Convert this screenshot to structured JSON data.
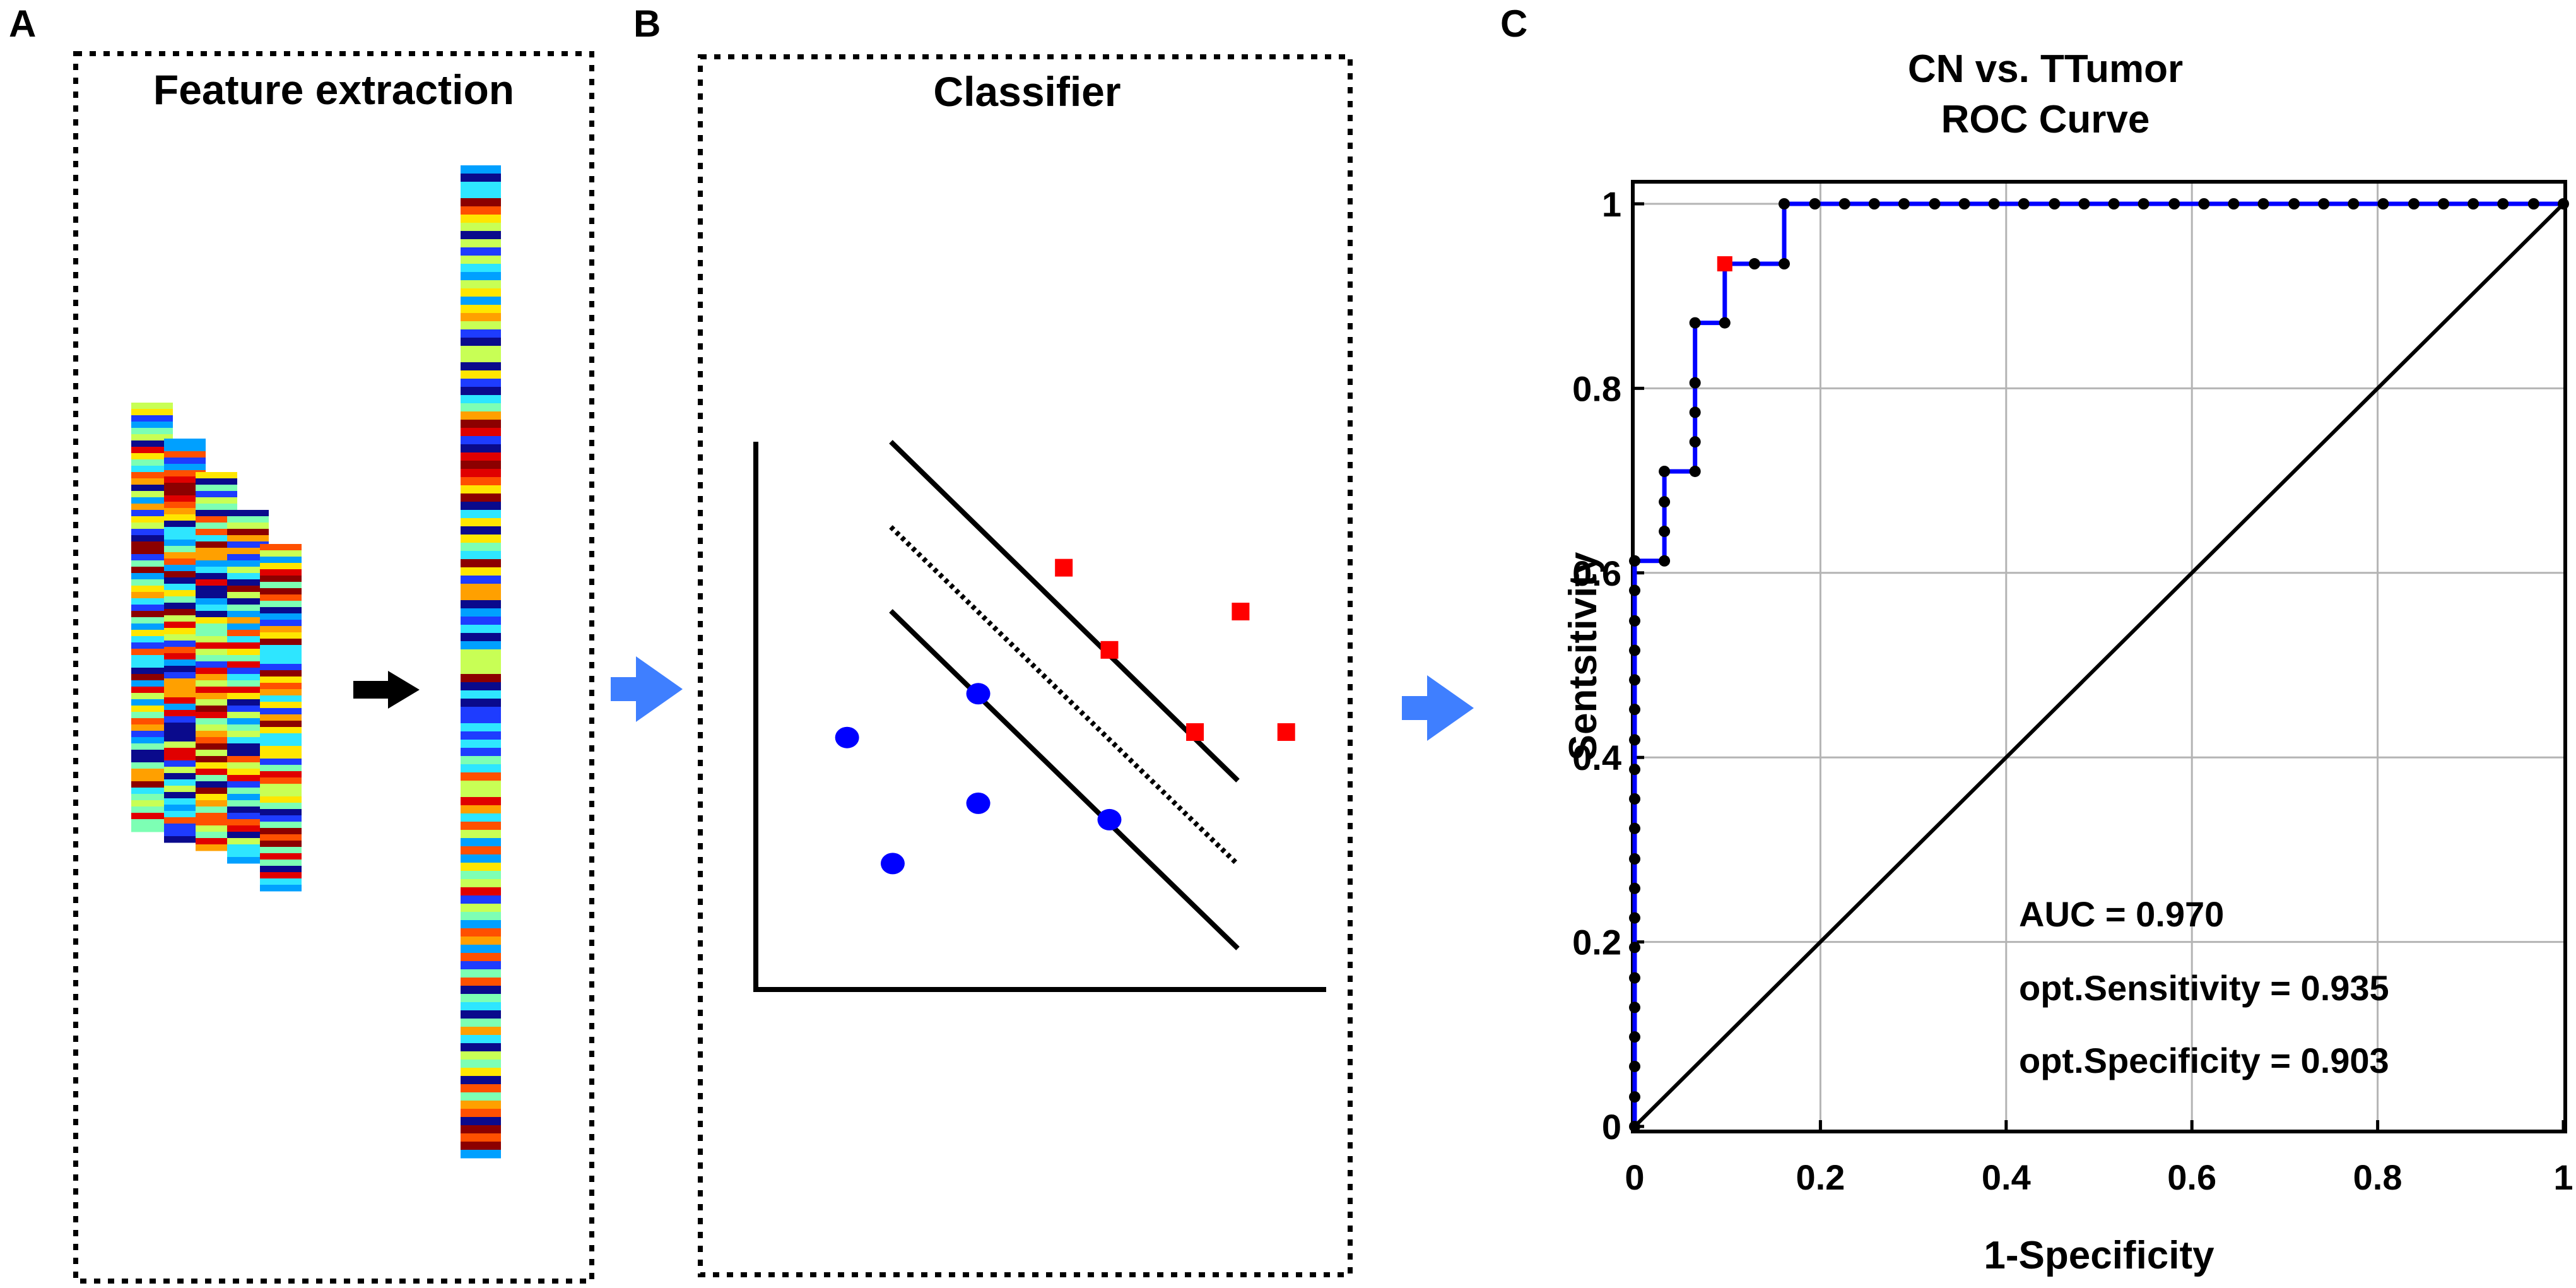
{
  "panels": {
    "a": {
      "letter": "A",
      "title": "Feature extraction"
    },
    "b": {
      "letter": "B",
      "title": "Classifier"
    },
    "c": {
      "letter": "C"
    }
  },
  "colors": {
    "roc_curve": "#0000ff",
    "roc_points": "#000000",
    "optimal_point": "#ff0000",
    "class_square": "#ff0000",
    "class_circle": "#0000ff",
    "arrow_blue": "#3f7fff",
    "arrow_black": "#000000",
    "grid": "#b4b4b4"
  },
  "classifier": {
    "squares": [
      [
        0.54,
        0.23
      ],
      [
        0.85,
        0.31
      ],
      [
        0.62,
        0.38
      ],
      [
        0.77,
        0.53
      ],
      [
        0.93,
        0.53
      ]
    ],
    "circles": [
      [
        0.16,
        0.54
      ],
      [
        0.39,
        0.46
      ],
      [
        0.39,
        0.66
      ],
      [
        0.62,
        0.69
      ],
      [
        0.24,
        0.77
      ]
    ]
  },
  "chart_data": {
    "type": "line",
    "title": "CN vs. TTumor\nROC Curve",
    "title_lines": [
      "CN vs. TTumor",
      "ROC Curve"
    ],
    "xlabel": "1-Specificity",
    "ylabel": "Sentsitivity",
    "xlim": [
      0,
      1
    ],
    "ylim": [
      0,
      1
    ],
    "xticks": [
      0,
      0.2,
      0.4,
      0.6,
      0.8,
      1
    ],
    "yticks": [
      0,
      0.2,
      0.4,
      0.6,
      0.8,
      1
    ],
    "xtick_labels": [
      "0",
      "0.2",
      "0.4",
      "0.6",
      "0.8",
      "1"
    ],
    "ytick_labels": [
      "0",
      "0.2",
      "0.4",
      "0.6",
      "0.8",
      "1"
    ],
    "grid": true,
    "series": [
      {
        "style": "step",
        "x": [
          0,
          0,
          0,
          0,
          0,
          0,
          0,
          0,
          0,
          0,
          0,
          0,
          0,
          0,
          0,
          0,
          0,
          0,
          0,
          0,
          0.032,
          0.032,
          0.032,
          0.032,
          0.065,
          0.065,
          0.065,
          0.065,
          0.065,
          0.097,
          0.097,
          0.129,
          0.161,
          0.161,
          0.194,
          0.226,
          0.258,
          0.29,
          0.323,
          0.355,
          0.387,
          0.419,
          0.452,
          0.484,
          0.516,
          0.548,
          0.581,
          0.613,
          0.645,
          0.677,
          0.71,
          0.742,
          0.774,
          0.806,
          0.839,
          0.871,
          0.903,
          0.935,
          0.968,
          1
        ],
        "y": [
          0,
          0.032,
          0.065,
          0.097,
          0.129,
          0.161,
          0.194,
          0.226,
          0.258,
          0.29,
          0.323,
          0.355,
          0.387,
          0.419,
          0.452,
          0.484,
          0.516,
          0.548,
          0.581,
          0.613,
          0.613,
          0.645,
          0.677,
          0.71,
          0.71,
          0.742,
          0.774,
          0.806,
          0.871,
          0.871,
          0.935,
          0.935,
          0.935,
          1,
          1,
          1,
          1,
          1,
          1,
          1,
          1,
          1,
          1,
          1,
          1,
          1,
          1,
          1,
          1,
          1,
          1,
          1,
          1,
          1,
          1,
          1,
          1,
          1,
          1,
          1
        ]
      },
      {
        "style": "diagonal",
        "x": [
          0,
          1
        ],
        "y": [
          0,
          1
        ]
      }
    ],
    "optimal_point": {
      "x": 0.097,
      "y": 0.935
    },
    "annotations": [
      "AUC = 0.970",
      "opt.Sensitivity = 0.935",
      "opt.Specificity = 0.903"
    ]
  }
}
